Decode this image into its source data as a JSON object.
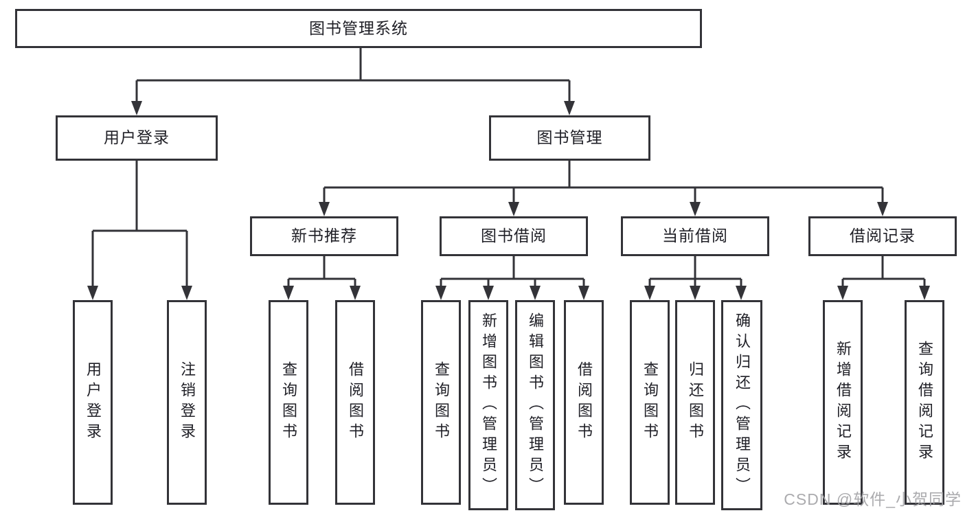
{
  "title": "图书管理系统",
  "level2": {
    "login": "用户登录",
    "management": "图书管理"
  },
  "level3": [
    "新书推荐",
    "图书借阅",
    "当前借阅",
    "借阅记录"
  ],
  "leaves": {
    "login": [
      "用户登录",
      "注销登录"
    ],
    "recommend": [
      "查询图书",
      "借阅图书"
    ],
    "borrow": [
      "查询图书",
      "新增图书（管理员）",
      "编辑图书（管理员）",
      "借阅图书"
    ],
    "current": [
      "查询图书",
      "归还图书",
      "确认归还（管理员）"
    ],
    "record": [
      "新增借阅记录",
      "查询借阅记录"
    ]
  },
  "watermark": "CSDN @软件_小贺同学",
  "colors": {
    "line": "#333338",
    "text": "#1f1f26",
    "box_background": "#ffffff",
    "watermark": "#a2a2a5",
    "background": "#ffffff"
  }
}
